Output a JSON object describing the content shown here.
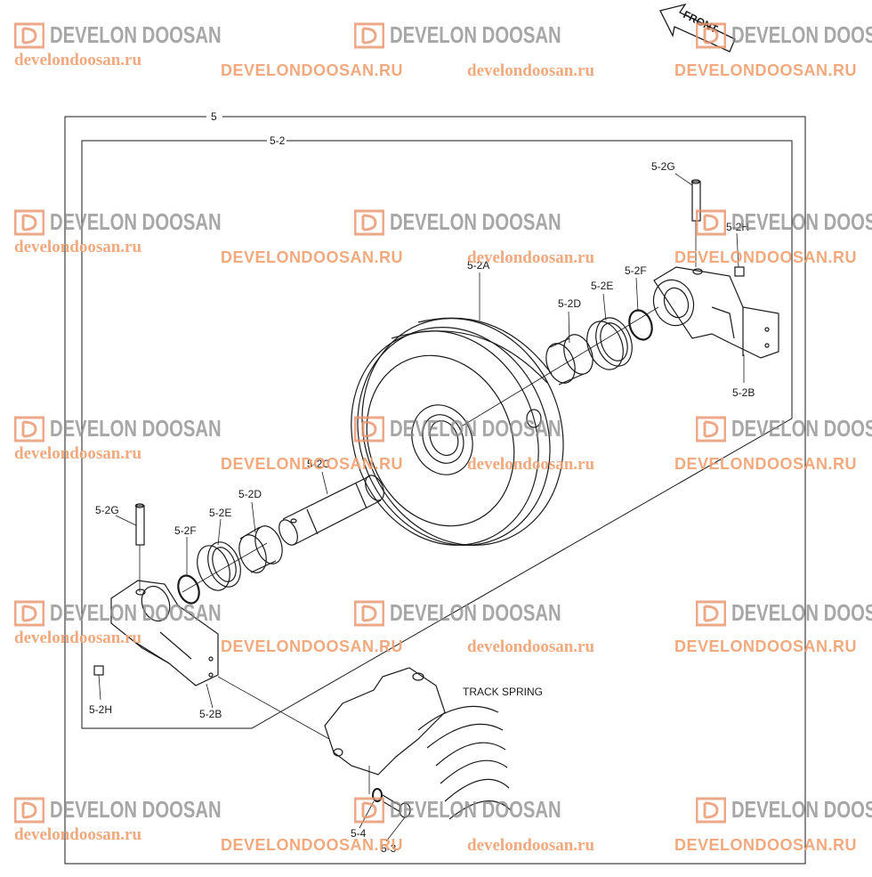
{
  "watermark": {
    "brand": "DEVELON DOOSAN",
    "url_lower": "develondoosan.ru",
    "url_upper": "DEVELONDOOSAN.RU",
    "brand_color": "#8a8a8a",
    "logo_color": "#e8926a",
    "url_color": "#f0a070"
  },
  "front_arrow": {
    "label": "FRONT"
  },
  "labels": {
    "assembly": "5",
    "subassembly": "5-2",
    "idler": "5-2A",
    "bracket_right": "5-2B",
    "bracket_left": "5-2B",
    "shaft": "5-2C",
    "bushing_right": "5-2D",
    "bushing_left": "5-2D",
    "seal_right": "5-2E",
    "seal_left": "5-2E",
    "oring_right": "5-2F",
    "oring_left": "5-2F",
    "pin_right": "5-2G",
    "pin_left": "5-2G",
    "plug_right": "5-2H",
    "plug_left": "5-2H",
    "bolt": "5-3",
    "washer": "5-4",
    "track_spring": "TRACK SPRING"
  }
}
